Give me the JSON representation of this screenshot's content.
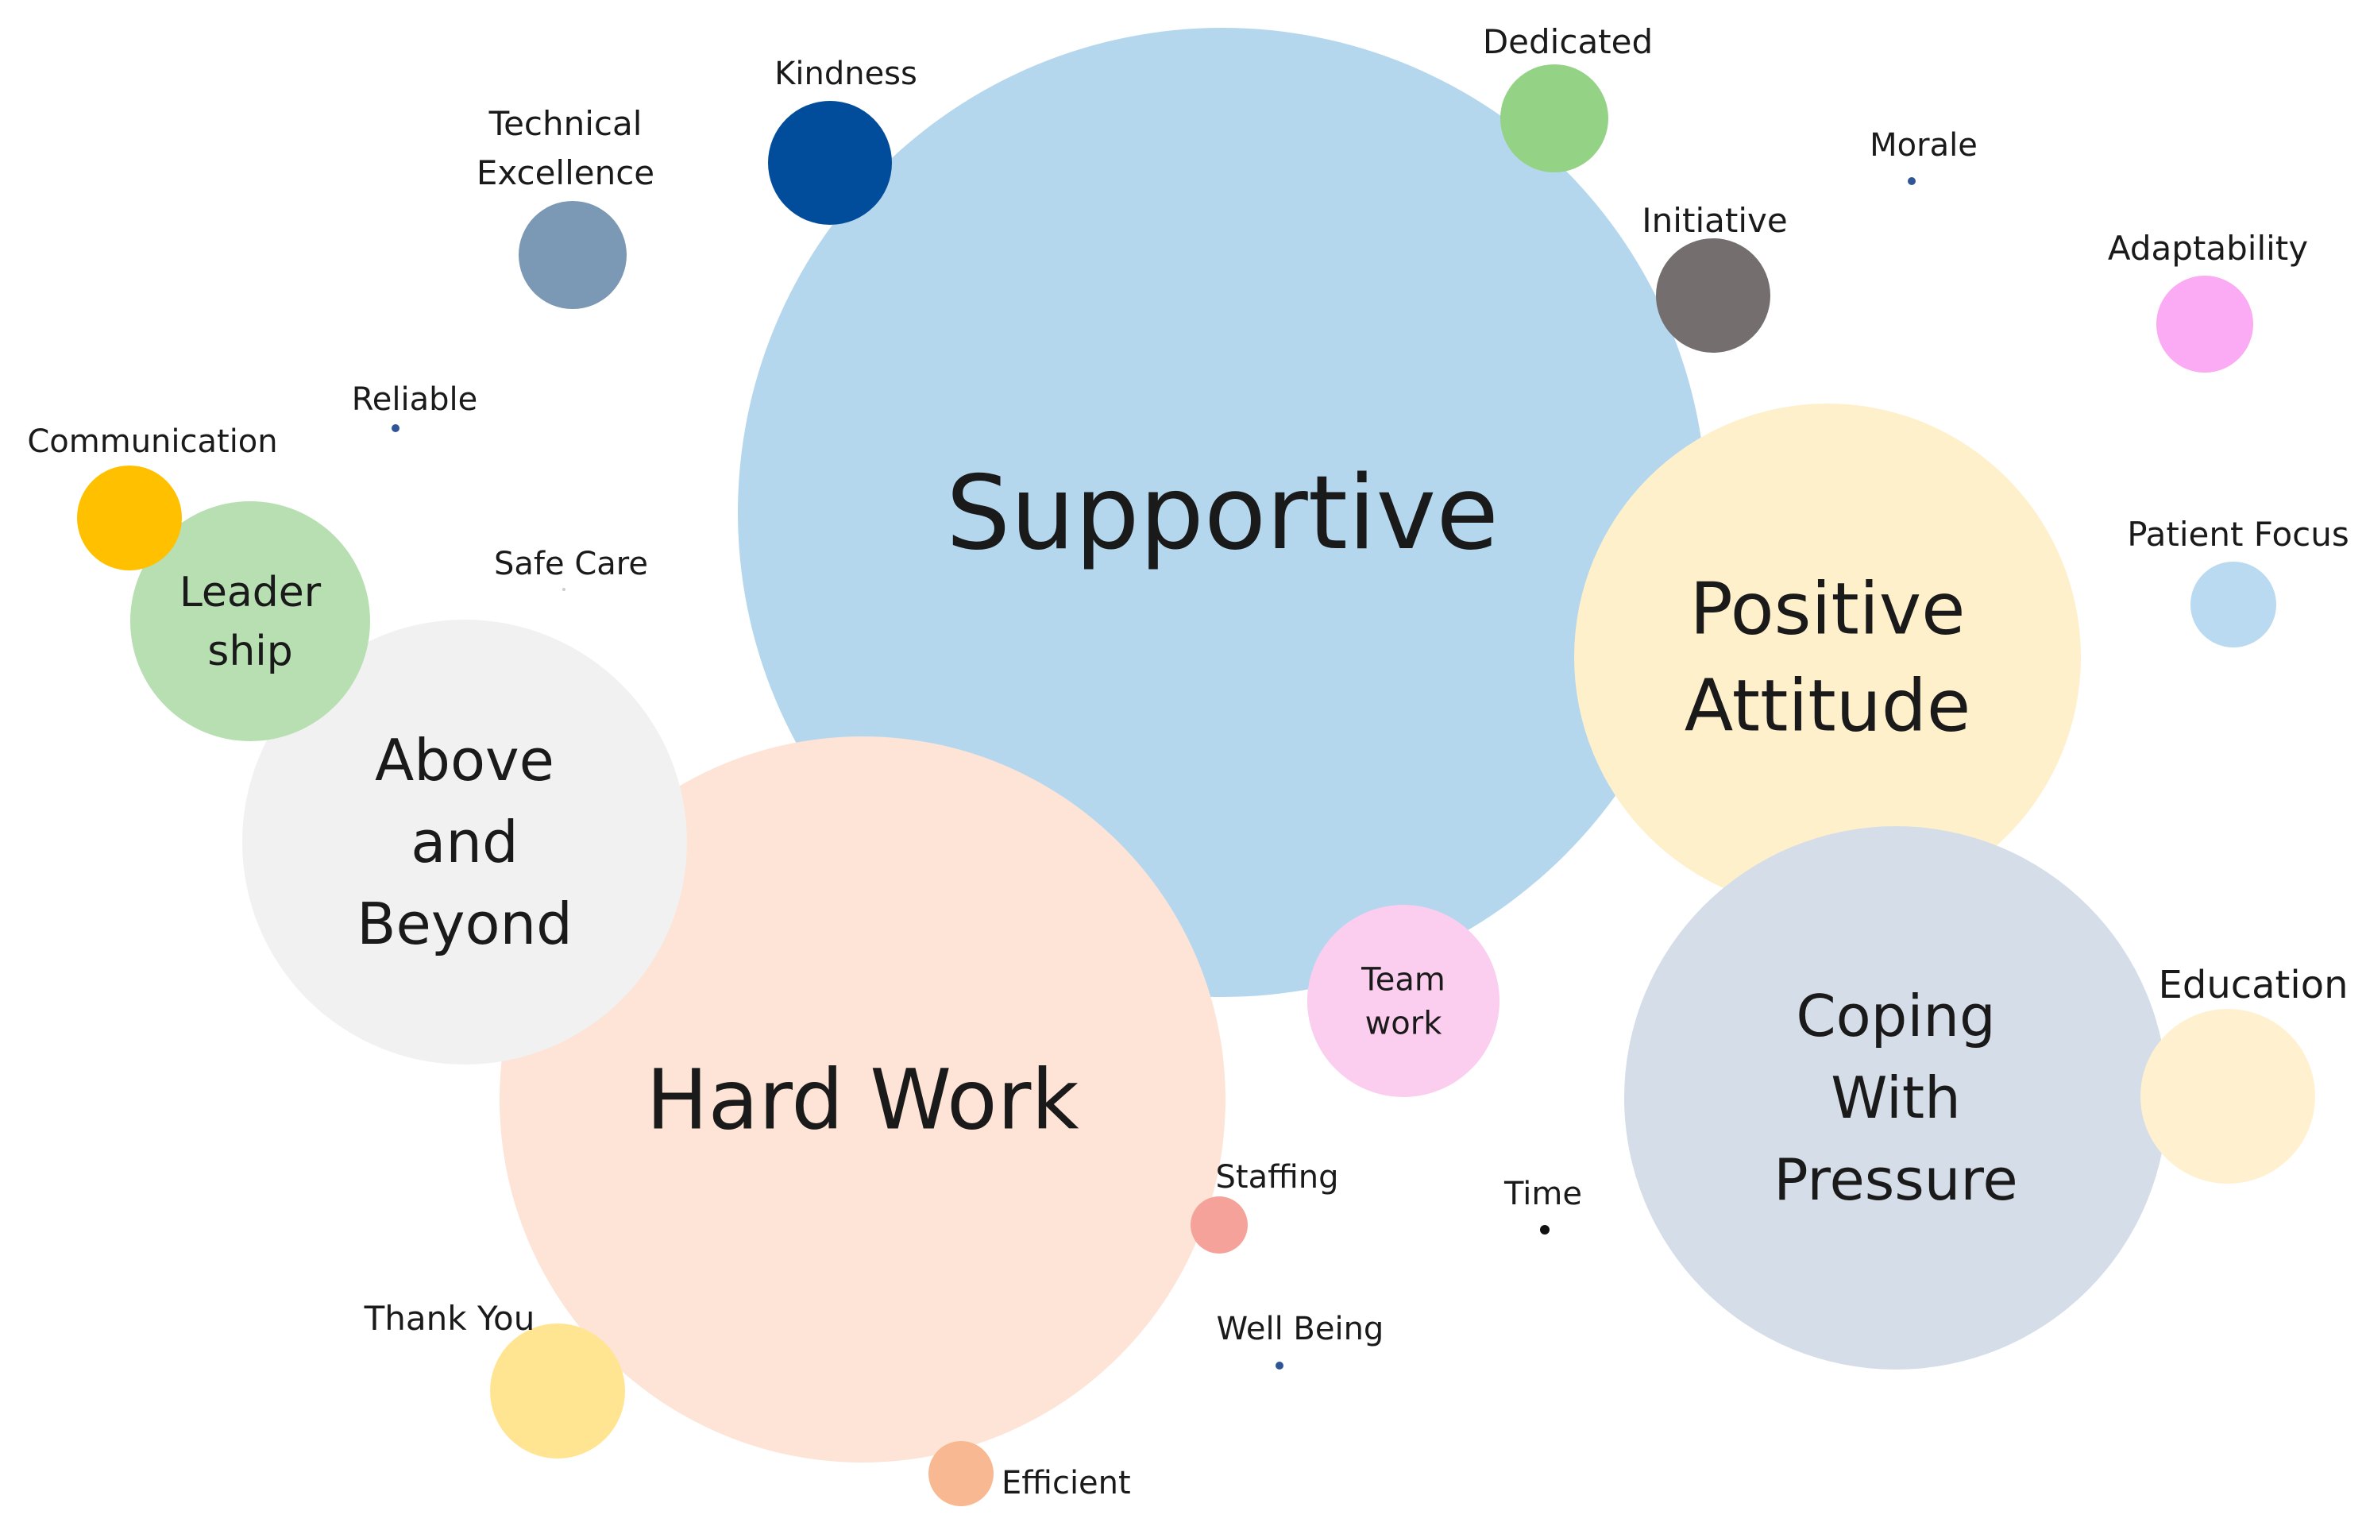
{
  "chart_data": {
    "type": "bubble",
    "title": "",
    "legend": "none",
    "grid": false,
    "bubbles": [
      {
        "id": "supportive",
        "lines": [
          "Supportive"
        ],
        "color": "#b4d7ee"
      },
      {
        "id": "hard-work",
        "lines": [
          "Hard Work"
        ],
        "color": "#fde4d6"
      },
      {
        "id": "positive-attitude",
        "lines": [
          "Positive",
          "Attitude"
        ],
        "color": "#fff0cc"
      },
      {
        "id": "coping-with-pressure",
        "lines": [
          "Coping",
          "With",
          "Pressure"
        ],
        "color": "#d4dde8"
      },
      {
        "id": "above-and-beyond",
        "lines": [
          "Above",
          "and",
          "Beyond"
        ],
        "color": "#f1f1f1"
      },
      {
        "id": "leadership",
        "lines": [
          "Leader",
          "ship"
        ],
        "color": "#b7dfb2"
      },
      {
        "id": "team-work",
        "lines": [
          "Team",
          "work"
        ],
        "color": "#fbcdee"
      },
      {
        "id": "kindness",
        "lines": [
          "Kindness"
        ],
        "color": "#024d9b"
      },
      {
        "id": "dedicated",
        "lines": [
          "Dedicated"
        ],
        "color": "#94d286"
      },
      {
        "id": "technical-excellence",
        "lines": [
          "Technical",
          "Excellence"
        ],
        "color": "#7b98b5"
      },
      {
        "id": "initiative",
        "lines": [
          "Initiative"
        ],
        "color": "#746e6e"
      },
      {
        "id": "adaptability",
        "lines": [
          "Adaptability"
        ],
        "color": "#fbaaf4"
      },
      {
        "id": "patient-focus",
        "lines": [
          "Patient Focus"
        ],
        "color": "#b9daf0"
      },
      {
        "id": "education",
        "lines": [
          "Education"
        ],
        "color": "#fff1cf"
      },
      {
        "id": "communication",
        "lines": [
          "Communication"
        ],
        "color": "#ffc000"
      },
      {
        "id": "thank-you",
        "lines": [
          "Thank You"
        ],
        "color": "#ffe592"
      },
      {
        "id": "staffing",
        "lines": [
          "Staffing"
        ],
        "color": "#f5a39a"
      },
      {
        "id": "efficient",
        "lines": [
          "Efficient"
        ],
        "color": "#f8b891"
      },
      {
        "id": "morale",
        "lines": [
          "Morale"
        ],
        "color": "#2f5597"
      },
      {
        "id": "reliable",
        "lines": [
          "Reliable"
        ],
        "color": "#2f5597"
      },
      {
        "id": "safe-care",
        "lines": [
          "Safe Care"
        ],
        "color": "#cccccc"
      },
      {
        "id": "time",
        "lines": [
          "Time"
        ],
        "color": "#111111"
      },
      {
        "id": "well-being",
        "lines": [
          "Well Being"
        ],
        "color": "#2f5597"
      }
    ]
  }
}
